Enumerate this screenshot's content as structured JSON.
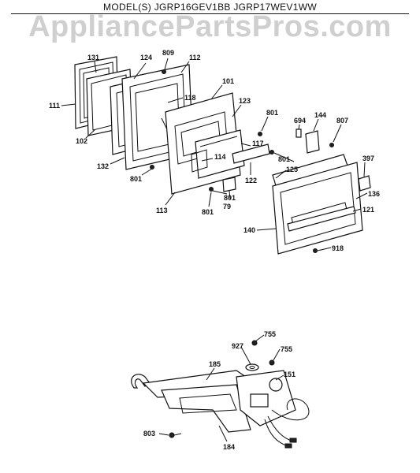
{
  "header": {
    "models_title": "MODEL(S) JGRP16GEV1BB  JGRP17WEV1WW",
    "watermark": "AppliancePartsPros.com"
  },
  "callouts": {
    "c131": "131",
    "c124": "124",
    "c809": "809",
    "c112": "112",
    "c111": "111",
    "c102": "102",
    "c118": "118",
    "c101": "101",
    "c123": "123",
    "c801a": "801",
    "c694": "694",
    "c144": "144",
    "c807": "807",
    "c117": "117",
    "c132": "132",
    "c801b": "801",
    "c114": "114",
    "c801c": "801",
    "c397": "397",
    "c125": "125",
    "c122": "122",
    "c113": "113",
    "c801d": "801",
    "c801e": "801",
    "c79": "79",
    "c136": "136",
    "c121": "121",
    "c140": "140",
    "c918": "918",
    "c755a": "755",
    "c927": "927",
    "c755b": "755",
    "c185": "185",
    "c151": "151",
    "c803": "803",
    "c184": "184"
  }
}
